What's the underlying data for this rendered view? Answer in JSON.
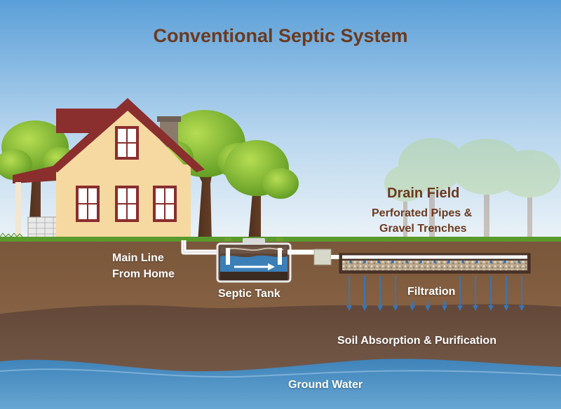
{
  "title": "Conventional Septic System",
  "labels": {
    "drain_field": "Drain Field",
    "drain_field_sub_1": "Perforated Pipes &",
    "drain_field_sub_2": "Gravel Trenches",
    "main_line_1": "Main Line",
    "main_line_2": "From Home",
    "septic_tank": "Septic Tank",
    "filtration": "Filtration",
    "soil": "Soil Absorption & Purification",
    "ground_water": "Ground Water"
  },
  "colors": {
    "sky_top": "#5a9fd8",
    "sky_bottom": "#eef4f8",
    "title": "#6b3a1f",
    "grass": "#5a9a2c",
    "topsoil": "#8a6344",
    "subsoil": "#6e5242",
    "water": "#4d8fc0",
    "roof": "#8a2e2e",
    "house_wall": "#f6d9a0",
    "tank_water": "#3b7fb8",
    "filtration_arrow": "#3a74b4"
  }
}
